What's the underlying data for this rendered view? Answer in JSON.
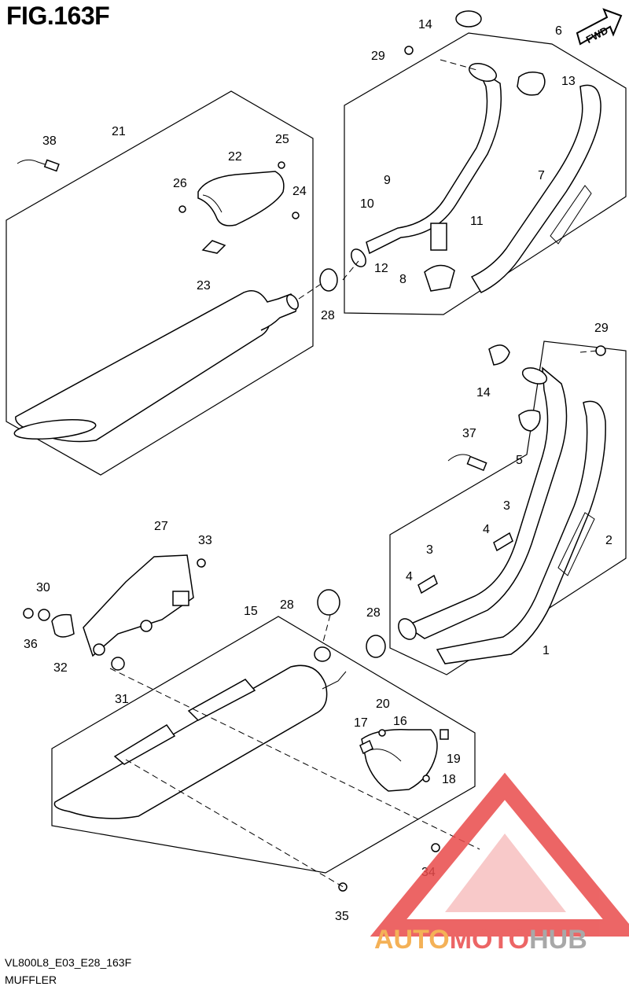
{
  "figure": {
    "title": "FIG.163F",
    "code": "VL800L8_E03_E28_163F",
    "name": "MUFFLER",
    "direction_badge": "FWD"
  },
  "watermark": {
    "brand_auto": "AUTO",
    "brand_moto": "MOTO",
    "brand_hub": "HUB",
    "colors": {
      "auto": "#f3a43a",
      "moto": "#e94b4b",
      "hub": "#9a9a9a",
      "triangle": "#e94b4b"
    }
  },
  "callouts": {
    "c1": "1",
    "c2": "2",
    "c3a": "3",
    "c3b": "3",
    "c4a": "4",
    "c4b": "4",
    "c5": "5",
    "c6": "6",
    "c7": "7",
    "c8": "8",
    "c9": "9",
    "c10": "10",
    "c11": "11",
    "c12": "12",
    "c13": "13",
    "c14a": "14",
    "c14b": "14",
    "c15": "15",
    "c16": "16",
    "c17": "17",
    "c18": "18",
    "c19": "19",
    "c20": "20",
    "c21": "21",
    "c22": "22",
    "c23": "23",
    "c24": "24",
    "c25": "25",
    "c26": "26",
    "c27": "27",
    "c28a": "28",
    "c28b": "28",
    "c28c": "28",
    "c29a": "29",
    "c29b": "29",
    "c30": "30",
    "c31": "31",
    "c32": "32",
    "c33": "33",
    "c34": "34",
    "c35": "35",
    "c36": "36",
    "c37": "37",
    "c38": "38"
  }
}
